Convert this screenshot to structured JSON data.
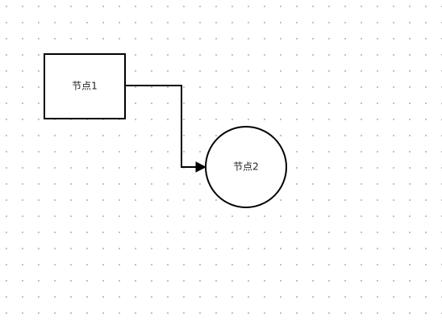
{
  "nodes": [
    {
      "id": "node1",
      "shape": "rectangle",
      "label": "节点1"
    },
    {
      "id": "node2",
      "shape": "circle",
      "label": "节点2"
    }
  ],
  "edges": [
    {
      "from": "node1",
      "to": "node2",
      "style": "orthogonal",
      "arrow": "filled-triangle"
    }
  ],
  "colors": {
    "stroke": "#000000",
    "node_fill": "#ffffff",
    "grid_dot": "#b8b8b8",
    "background": "#ffffff"
  }
}
